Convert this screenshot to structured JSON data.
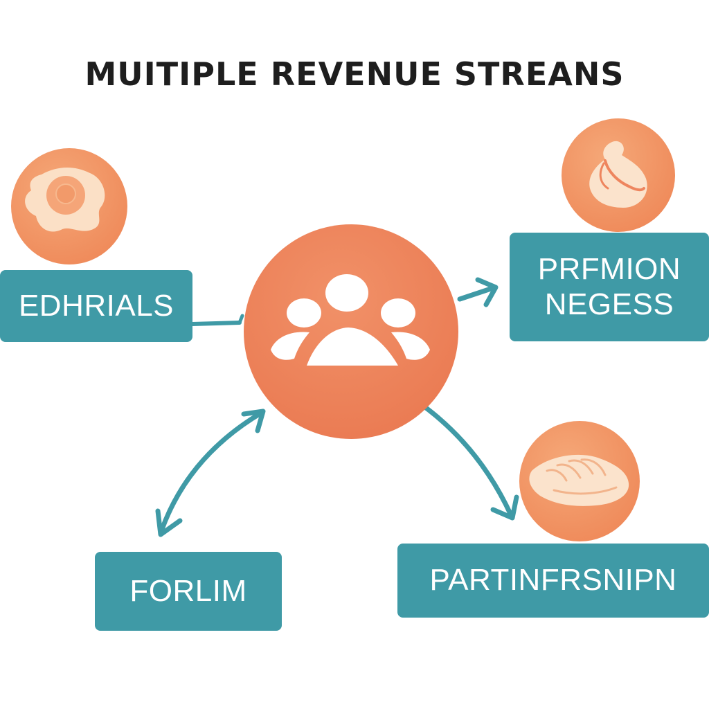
{
  "title": "MUITIPLE REVENUE STREANS",
  "colors": {
    "teal": "#3f9aa6",
    "orange": "#ee855e",
    "orange_light": "#f4a072",
    "cream": "#fbe3cc",
    "title_text": "#1e1e1e"
  },
  "hub": {
    "icon": "group-of-people-icon"
  },
  "streams": [
    {
      "label_lines": [
        "EDHRIALS"
      ],
      "icon": "blob-target-icon"
    },
    {
      "label_lines": [
        "PRFMION",
        "NEGESS"
      ],
      "icon": "hand-thumb-icon"
    },
    {
      "label_lines": [
        "FORLIM"
      ],
      "icon": null
    },
    {
      "label_lines": [
        "PARTINFRSNIPN"
      ],
      "icon": "handshake-icon"
    }
  ]
}
